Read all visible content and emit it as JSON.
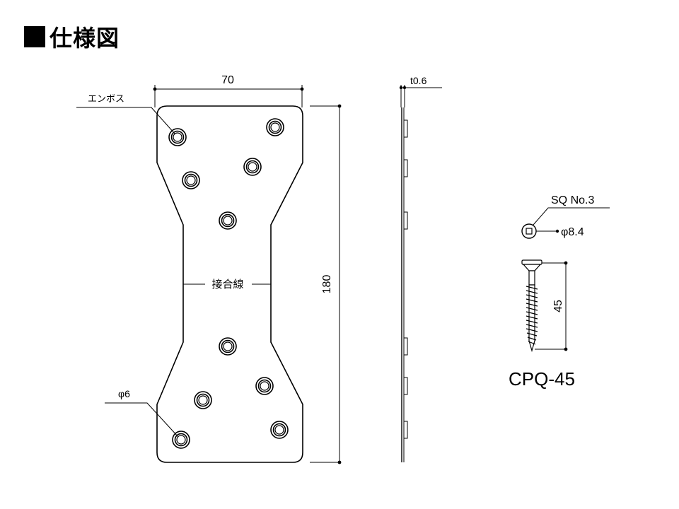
{
  "heading": {
    "title": "仕様図"
  },
  "plate": {
    "width_dim": "70",
    "height_dim": "180",
    "emboss_label": "エンボス",
    "joint_line_label": "接合線",
    "hole_label": "φ6"
  },
  "side_view": {
    "thickness_label": "t0.6"
  },
  "screw": {
    "head_type": "SQ No.3",
    "head_diameter": "φ8.4",
    "length_dim": "45",
    "model": "CPQ-45"
  }
}
